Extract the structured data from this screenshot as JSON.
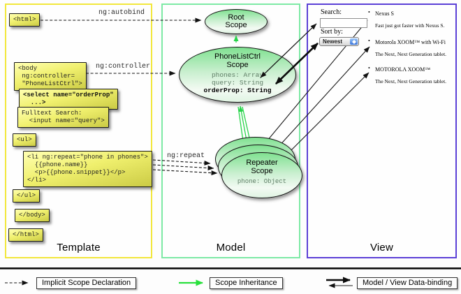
{
  "columns": {
    "template": {
      "label": "Template",
      "border_color": "#f2e73b"
    },
    "model": {
      "label": "Model",
      "border_color": "#7de9a5"
    },
    "view": {
      "label": "View",
      "border_color": "#5b40d6"
    }
  },
  "template_code": {
    "html_open": "<html>",
    "body_open": "<body\n ng:controller=\n \"PhoneListCtrl\">",
    "select": "<select name=\"orderProp\"\n  ...>",
    "fulltext": "Fulltext Search:\n  <input name=\"query\">",
    "ul_open": "<ul>",
    "li_repeat": "<li ng:repeat=\"phone in phones\">\n  {{phone.name}}\n  <p>{{phone.snippet}}</p>\n</li>",
    "ul_close": "</ul>",
    "body_close": "</body>",
    "html_close": "</html>"
  },
  "arrow_labels": {
    "autobind": "ng:autobind",
    "controller": "ng:controller",
    "repeat": "ng:repeat"
  },
  "model_scopes": {
    "root": {
      "title": "Root\nScope"
    },
    "phone_list": {
      "title": "PhoneListCtrl\nScope",
      "props": [
        "phones: Array",
        "query: String",
        "orderProp: String"
      ]
    },
    "repeater": {
      "title": "Repeater\nScope",
      "prop": "phone: Object"
    }
  },
  "view": {
    "search_label": "Search:",
    "search_value": "",
    "sort_label": "Sort by:",
    "sort_value": "Newest",
    "bullet": "•",
    "items": [
      {
        "name": "Nexus S",
        "snippet": "Fast just got faster with Nexus S."
      },
      {
        "name": "Motorola XOOM™  with Wi-Fi",
        "snippet": "The Next, Next Generation tablet."
      },
      {
        "name": "MOTOROLA XOOM™",
        "snippet": "The Next, Next Generation tablet."
      }
    ]
  },
  "legend": {
    "implicit": "Implicit Scope Declaration",
    "inheritance": "Scope Inheritance",
    "databinding": "Model / View Data-binding"
  },
  "colors": {
    "green_arrow": "#28d44a",
    "black_arrow": "#111111",
    "box_yellow_top": "#ffffb2",
    "box_yellow_bottom": "#cbcb45",
    "scope_green_top": "#80e191"
  }
}
